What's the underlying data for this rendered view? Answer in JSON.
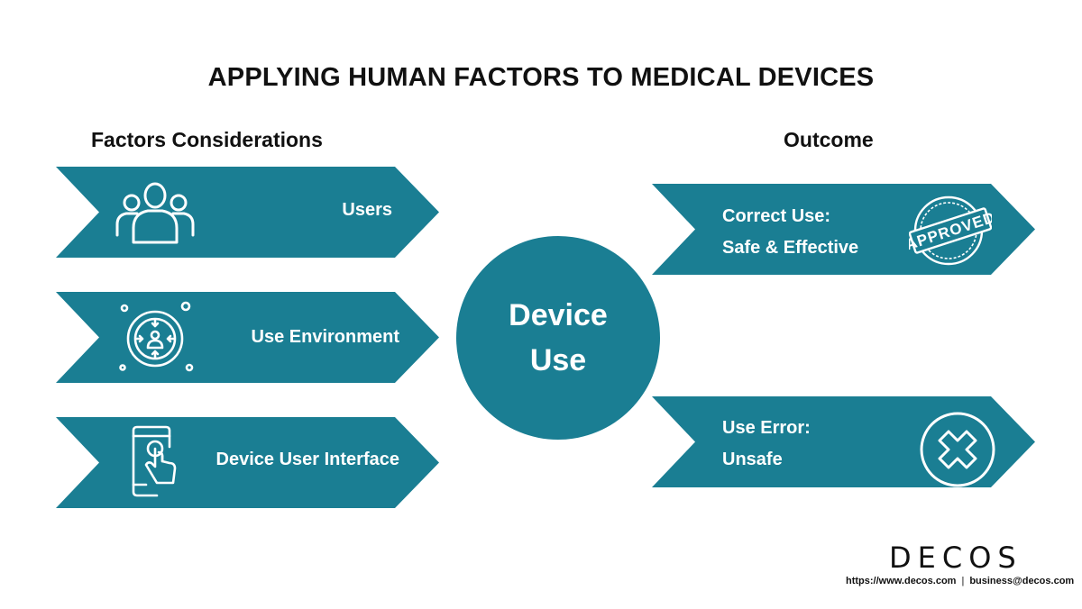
{
  "title": "APPLYING HUMAN FACTORS TO MEDICAL DEVICES",
  "left_heading": "Factors Considerations",
  "right_heading": "Outcome",
  "factors": [
    {
      "label": "Users",
      "icon": "users-group-icon"
    },
    {
      "label": "Use Environment",
      "icon": "environment-target-icon"
    },
    {
      "label": "Device User Interface",
      "icon": "touch-phone-icon"
    }
  ],
  "center": {
    "line1": "Device",
    "line2": "Use"
  },
  "outcomes": [
    {
      "line1": "Correct Use:",
      "line2": "Safe & Effective",
      "icon": "approved-stamp-icon",
      "stamp_text": "APPROVED"
    },
    {
      "line1": "Use Error:",
      "line2": "Unsafe",
      "icon": "x-circle-icon"
    }
  ],
  "brand": {
    "logo": "DECOS",
    "website": "https://www.decos.com",
    "separator": "|",
    "email": "business@decos.com"
  },
  "colors": {
    "accent": "#1a7e93",
    "text": "#111111",
    "background": "#ffffff"
  }
}
